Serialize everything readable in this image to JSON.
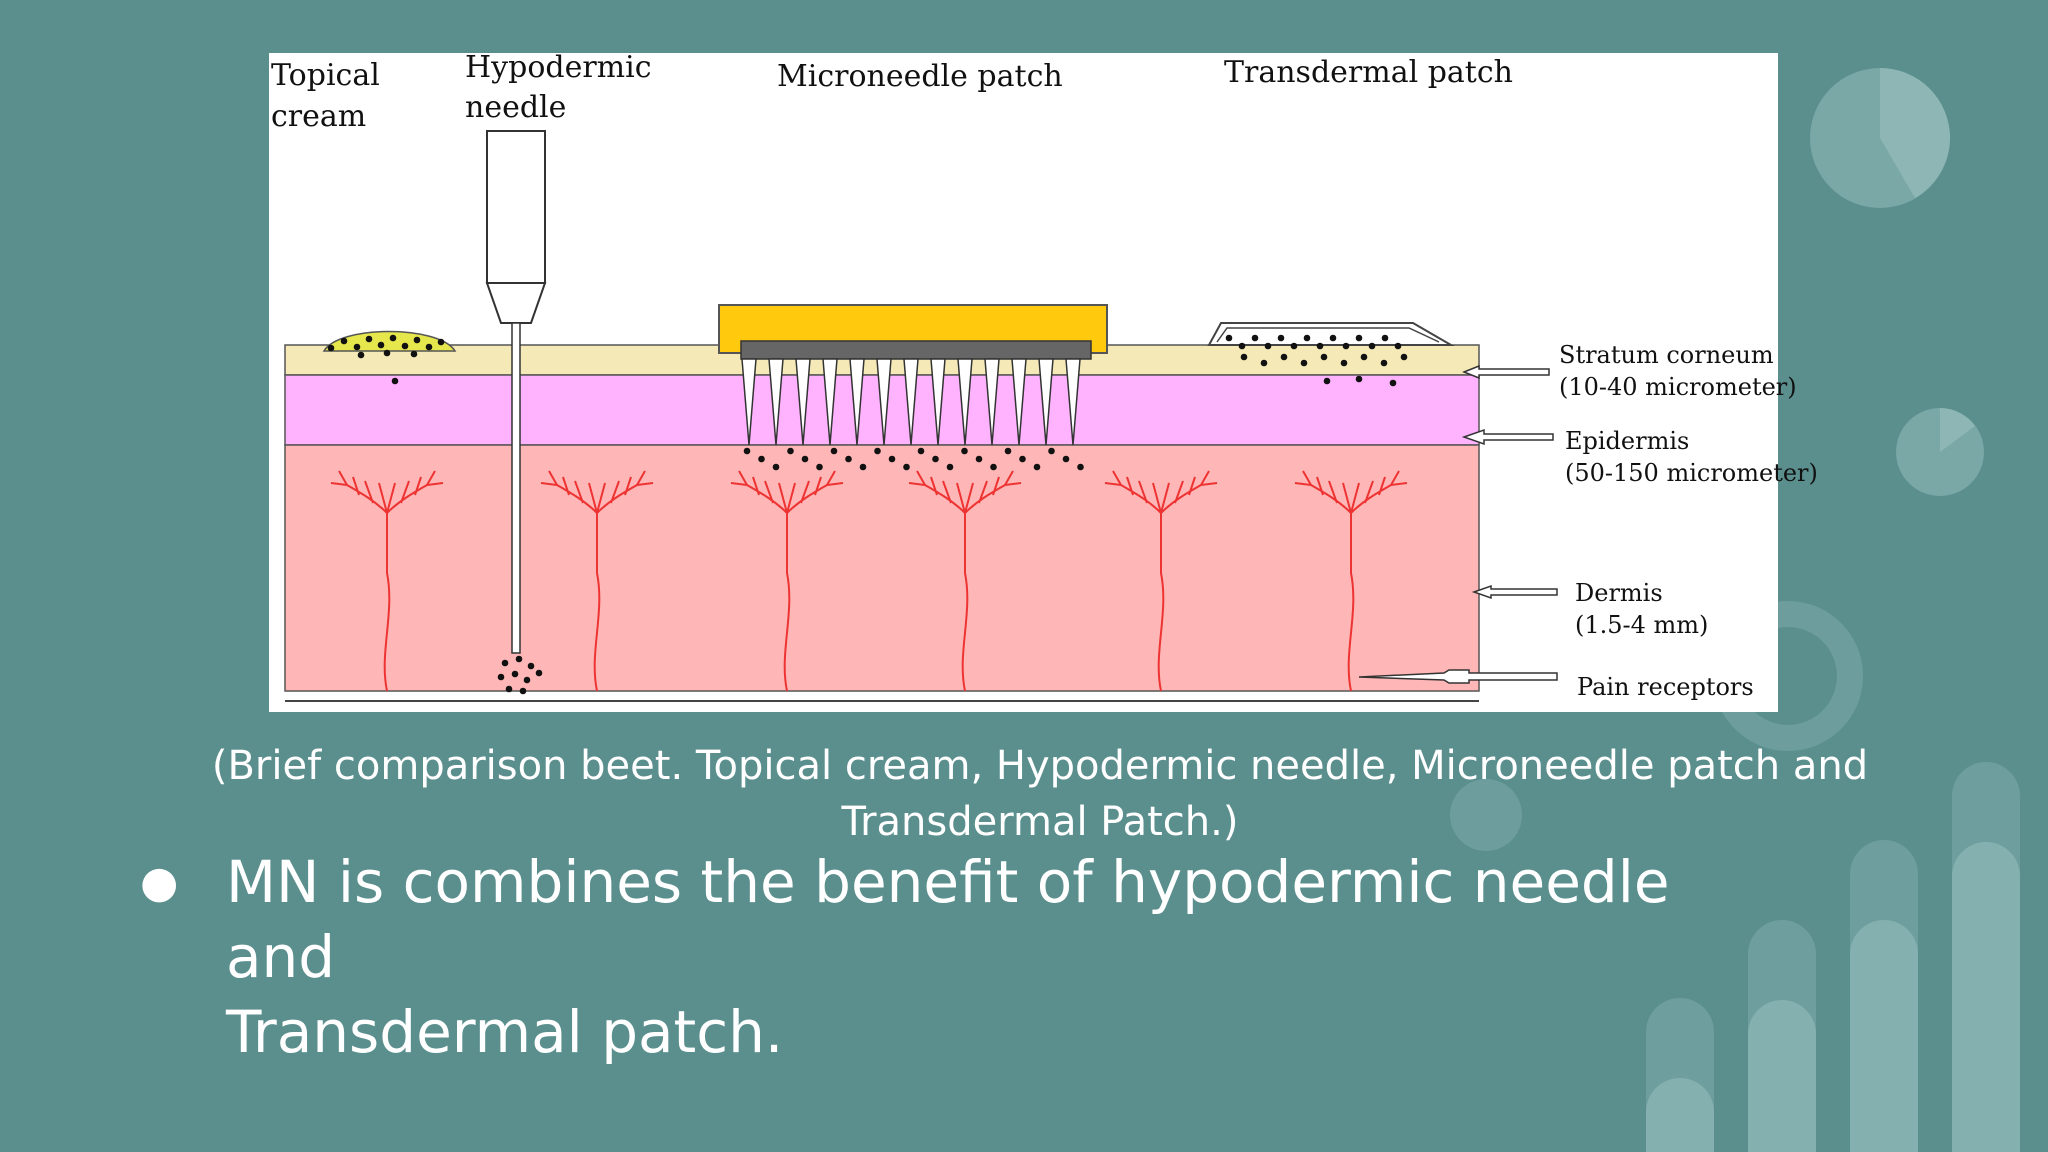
{
  "diagram": {
    "methods": [
      {
        "line1": "Topical",
        "line2": "cream"
      },
      {
        "line1": "Hypodermic",
        "line2": "needle"
      },
      {
        "line1": "Microneedle patch",
        "line2": ""
      },
      {
        "line1": "Transdermal patch",
        "line2": ""
      }
    ],
    "layers": [
      {
        "name": "Stratum corneum",
        "thickness": "(10-40 micrometer)",
        "color": "#f5e9b8"
      },
      {
        "name": "Epidermis",
        "thickness": "(50-150 micrometer)",
        "color": "#ffb3ff"
      },
      {
        "name": "Dermis",
        "thickness": "(1.5-4 mm)",
        "color": "#ffb6b6"
      },
      {
        "name": "Pain receptors",
        "thickness": "",
        "color": "#ee3333"
      }
    ],
    "colors": {
      "patch_backing": "#ffc90e",
      "needle_base": "#666666",
      "cream": "#e6e64d"
    }
  },
  "caption": {
    "line1": "(Brief comparison beet. Topical cream, Hypodermic needle, Microneedle patch and",
    "line2": "Transdermal Patch.)"
  },
  "bullets": [
    {
      "line1": "MN is combines the benefit of hypodermic needle and",
      "line2": "Transdermal patch."
    }
  ],
  "theme": {
    "background": "#5b8f8e",
    "text": "#ffffff"
  }
}
